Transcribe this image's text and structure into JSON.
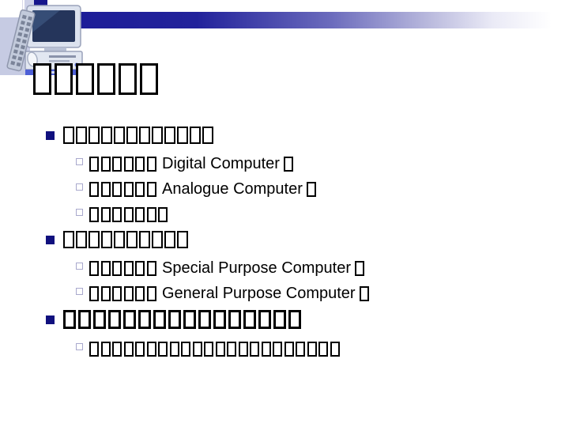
{
  "slide": {
    "colors": {
      "banner_start": "#1c1c97",
      "banner_end": "#ffffff",
      "level1_bullet": "#10107e",
      "level2_bullet": "#a9a9cd",
      "tofu_border": "#000000",
      "corner_navy_square": "#16168c",
      "corner_pale_square": "#c6cbe3"
    },
    "title": {
      "note": "six missing-glyph (tofu) CJK characters",
      "segments": [
        {
          "tofu": 6
        }
      ]
    },
    "bullets": [
      {
        "level": 1,
        "bold": false,
        "segments": [
          {
            "tofu": 12
          }
        ]
      },
      {
        "level": 2,
        "bold": false,
        "segments": [
          {
            "tofu": 6
          },
          {
            "text": "Digital Computer"
          },
          {
            "tofu": 1
          }
        ]
      },
      {
        "level": 2,
        "bold": false,
        "segments": [
          {
            "tofu": 6
          },
          {
            "text": "Analogue Computer"
          },
          {
            "tofu": 1
          }
        ]
      },
      {
        "level": 2,
        "bold": false,
        "segments": [
          {
            "tofu": 7
          }
        ]
      },
      {
        "level": 1,
        "bold": false,
        "segments": [
          {
            "tofu": 10
          }
        ]
      },
      {
        "level": 2,
        "bold": false,
        "segments": [
          {
            "tofu": 6
          },
          {
            "text": "Special Purpose Computer"
          },
          {
            "tofu": 1
          }
        ]
      },
      {
        "level": 2,
        "bold": false,
        "segments": [
          {
            "tofu": 6
          },
          {
            "text": "General Purpose Computer"
          },
          {
            "tofu": 1
          }
        ]
      },
      {
        "level": 1,
        "bold": true,
        "segments": [
          {
            "tofu": 16
          }
        ]
      },
      {
        "level": 2,
        "bold": false,
        "segments": [
          {
            "tofu": 22
          }
        ]
      }
    ]
  }
}
